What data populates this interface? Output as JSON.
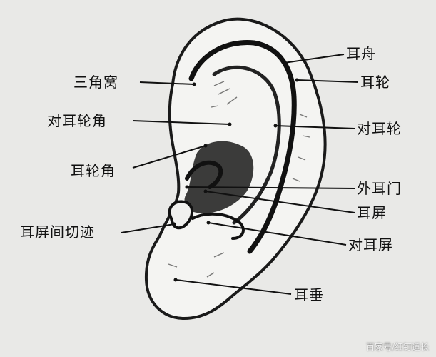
{
  "labels": {
    "triangular_fossa": "三角窝",
    "antihelix_crus": "对耳轮角",
    "helix_crus": "耳轮角",
    "intertragic_notch": "耳屏间切迹",
    "scapha": "耳舟",
    "helix": "耳轮",
    "antihelix": "对耳轮",
    "external_ear_canal": "外耳门",
    "tragus": "耳屏",
    "antitragus": "对耳屏",
    "lobule": "耳垂"
  },
  "watermark": "百家号/红钉道长"
}
